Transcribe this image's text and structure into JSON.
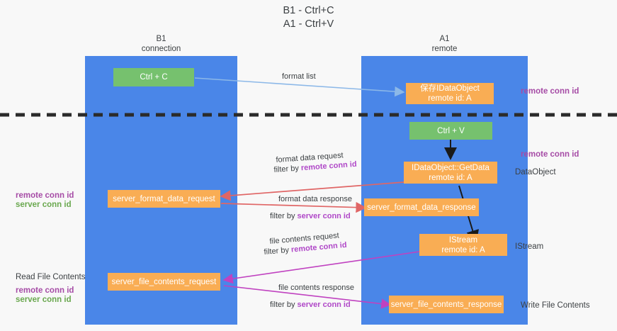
{
  "title": "B1 - Ctrl+C\nA1 - Ctrl+V",
  "lanes": [
    {
      "id": "b1",
      "label": "B1\nconnection"
    },
    {
      "id": "a1",
      "label": "A1\nremote"
    }
  ],
  "nodes": {
    "ctrl_c": "Ctrl + C",
    "save_idataobject": "保存IDataObject\nremote id: A",
    "ctrl_v": "Ctrl + V",
    "getdata": "IDataObject::GetData\nremote id: A",
    "server_format_data_request": "server_format_data_request",
    "server_format_data_response": "server_format_data_response",
    "istream": "IStream\nremote id: A",
    "server_file_contents_request": "server_file_contents_request",
    "server_file_contents_response": "server_file_contents_response"
  },
  "edge_labels": {
    "format_list": "format list",
    "format_data_request": "format data request",
    "format_data_request_filter_prefix": "filter by ",
    "format_data_request_filter_key": "remote conn id",
    "format_data_response": "format data response",
    "format_data_response_filter_prefix": "filter by ",
    "format_data_response_filter_key": "server conn id",
    "file_contents_request": "file contents request",
    "file_contents_request_filter_prefix": "filter by ",
    "file_contents_request_filter_key": "remote conn id",
    "file_contents_response": "file contents response",
    "file_contents_response_filter_prefix": "filter by ",
    "file_contents_response_filter_key": "server conn id"
  },
  "annotations": {
    "right_remote_conn_id_top": "remote conn id",
    "right_remote_conn_id_mid": "remote conn id",
    "right_dataobject": "DataObject",
    "right_istream": "IStream",
    "right_write_file_contents": "Write File Contents",
    "left_remote_conn_id": "remote conn id",
    "left_server_conn_id": "server conn id",
    "left_read_file_contents": "Read File Contents",
    "left_remote_conn_id_2": "remote conn id",
    "left_server_conn_id_2": "server conn id"
  },
  "colors": {
    "lane": "#4a86e8",
    "green_node": "#76c16e",
    "orange_node": "#f9ad54",
    "purple_text": "#a64ca6",
    "green_text": "#6aa84f",
    "divider": "#2b2b2b",
    "arrow_blue": "#8cb8e8",
    "arrow_red": "#e06666",
    "arrow_magenta": "#c042c0",
    "arrow_black": "#1a1a1a",
    "background": "#f8f8f8"
  }
}
